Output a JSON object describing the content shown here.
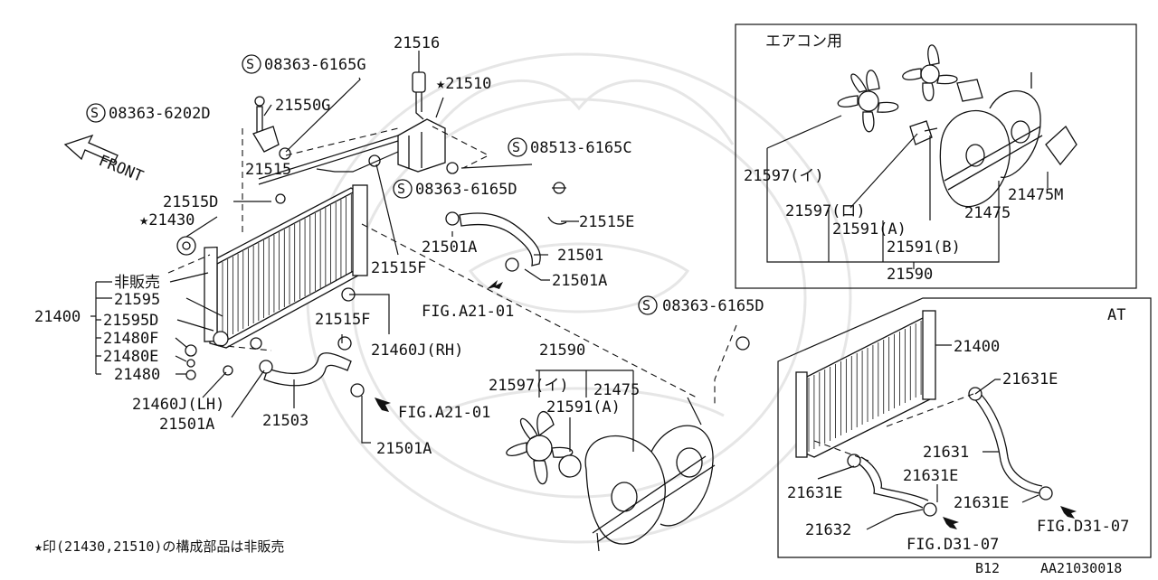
{
  "labels": {
    "p21516": "21516",
    "s1": "08363-6165G",
    "p21510": "★21510",
    "s2": "08363-6202D",
    "p21550G": "21550G",
    "front": "FRONT",
    "s3": "08513-6165C",
    "p21515": "21515",
    "s4": "08363-6165D",
    "p21515D": "21515D",
    "p21515E": "21515E",
    "p21430": "★21430",
    "p21501A_1": "21501A",
    "p21501": "21501",
    "p21515F_1": "21515F",
    "p21501A_2": "21501A",
    "hihanbai": "非販売",
    "p21595": "21595",
    "p21400": "21400",
    "p21595D": "21595D",
    "p21480F": "21480F",
    "p21480E": "21480E",
    "p21480": "21480",
    "p21460JLH": "21460J(LH)",
    "p21501A_3": "21501A",
    "p21503": "21503",
    "p21515F_2": "21515F",
    "fig1": "FIG.A21-01",
    "p21460JRH": "21460J(RH)",
    "fig2": "FIG.A21-01",
    "p21501A_4": "21501A",
    "s5": "08363-6165D",
    "p21590": "21590",
    "p21597i": "21597(イ)",
    "p21475": "21475",
    "p21591A": "21591(A)",
    "footnote": "★印(21430,21510)の構成部品は非販売"
  },
  "aircon": {
    "title": "エアコン用",
    "p21597i": "21597(イ)",
    "p21597ro": "21597(ロ)",
    "p21591A": "21591(A)",
    "p21591B": "21591(B)",
    "p21590": "21590",
    "p21475": "21475",
    "p21475M": "21475M"
  },
  "at": {
    "title": "AT",
    "p21400": "21400",
    "p21631E_1": "21631E",
    "p21631": "21631",
    "p21631E_2": "21631E",
    "p21631E_3": "21631E",
    "p21631E_4": "21631E",
    "p21632": "21632",
    "fig1": "FIG.D31-07",
    "fig2": "FIG.D31-07"
  },
  "footer": {
    "page": "B12",
    "code": "AA21030018"
  }
}
